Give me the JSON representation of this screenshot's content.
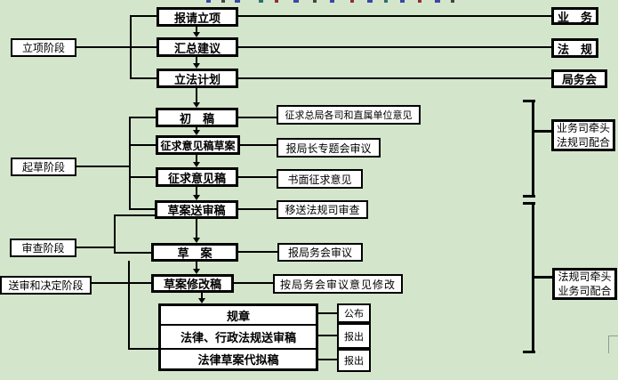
{
  "colors": {
    "background": "#d3e6cb",
    "box-fill": "#ffffff",
    "line": "#000000",
    "corner-line": "#8f9c8f"
  },
  "stages": [
    {
      "label": "立项阶段"
    },
    {
      "label": "起草阶段"
    },
    {
      "label": "审查阶段"
    },
    {
      "label": "送审和决定阶段"
    }
  ],
  "flow": [
    {
      "label": "报请立项"
    },
    {
      "label": "汇总建议"
    },
    {
      "label": "立法计划"
    },
    {
      "label": "初　稿"
    },
    {
      "label": "征求意见稿草案"
    },
    {
      "label": "征求意见稿"
    },
    {
      "label": "草案送审稿"
    },
    {
      "label": "草　案"
    },
    {
      "label": "草案修改稿"
    }
  ],
  "departments": [
    {
      "label": "业　务"
    },
    {
      "label": "法　规"
    },
    {
      "label": "局务会"
    }
  ],
  "annotations": [
    {
      "label": "征求总局各司和直属单位意见"
    },
    {
      "label": "报局长专题会审议"
    },
    {
      "label": "书面征求意见"
    },
    {
      "label": "移送法规司审查"
    },
    {
      "label": "报局务会审议"
    },
    {
      "label": "按局务会审议意见修改"
    }
  ],
  "outputs": {
    "rows": [
      {
        "label": "规章"
      },
      {
        "label": "法律、行政法规送审稿"
      },
      {
        "label": "法律草案代拟稿"
      }
    ],
    "results": [
      {
        "label": "公布"
      },
      {
        "label": "报出"
      },
      {
        "label": "报出"
      }
    ]
  },
  "brackets": [
    {
      "line1": "业务司牵头",
      "line2": "法规司配合"
    },
    {
      "line1": "法规司牵头",
      "line2": "业务司配合"
    }
  ]
}
